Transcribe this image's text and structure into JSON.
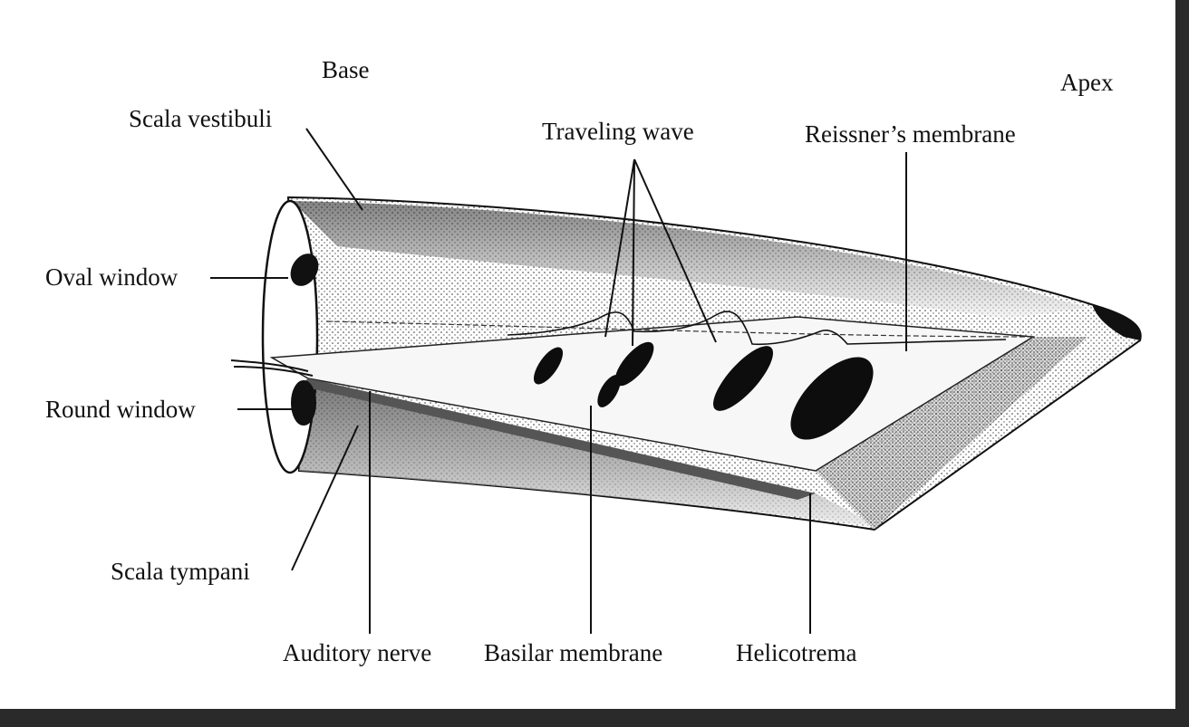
{
  "labels": {
    "base": "Base",
    "apex": "Apex",
    "scala_vestibuli": "Scala vestibuli",
    "traveling_wave": "Traveling wave",
    "reissners_membrane": "Reissner’s membrane",
    "oval_window": "Oval window",
    "round_window": "Round window",
    "scala_tympani": "Scala tympani",
    "auditory_nerve": "Auditory nerve",
    "basilar_membrane": "Basilar membrane",
    "helicotrema": "Helicotrema"
  },
  "colors": {
    "ink": "#111111",
    "paper": "#ffffff",
    "border": "#2a2a2a"
  }
}
